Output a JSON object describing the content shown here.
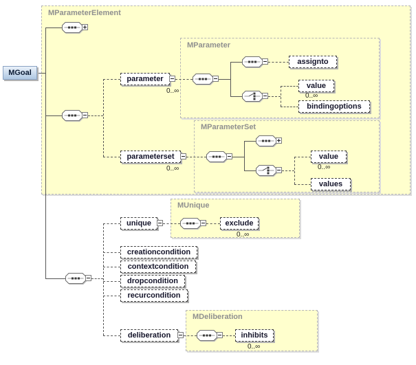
{
  "root": {
    "label": "MGoal"
  },
  "containers": {
    "mparameterelement": {
      "label": "MParameterElement"
    },
    "mparameter": {
      "label": "MParameter"
    },
    "mparameterset": {
      "label": "MParameterSet"
    },
    "munique": {
      "label": "MUnique"
    },
    "mdeliberation": {
      "label": "MDeliberation"
    }
  },
  "elements": {
    "parameter": {
      "label": "parameter",
      "occurs": "0..∞"
    },
    "assignto": {
      "label": "assignto"
    },
    "parameter_value": {
      "label": "value",
      "occurs": "0..∞"
    },
    "bindingoptions": {
      "label": "bindingoptions"
    },
    "parameterset": {
      "label": "parameterset",
      "occurs": "0..∞"
    },
    "parameterset_value": {
      "label": "value",
      "occurs": "0..∞"
    },
    "values": {
      "label": "values"
    },
    "unique": {
      "label": "unique"
    },
    "exclude": {
      "label": "exclude",
      "occurs": "0..∞"
    },
    "creationcondition": {
      "label": "creationcondition"
    },
    "contextcondition": {
      "label": "contextcondition"
    },
    "dropcondition": {
      "label": "dropcondition"
    },
    "recurcondition": {
      "label": "recurcondition"
    },
    "deliberation": {
      "label": "deliberation"
    },
    "inhibits": {
      "label": "inhibits",
      "occurs": "0..∞"
    }
  }
}
